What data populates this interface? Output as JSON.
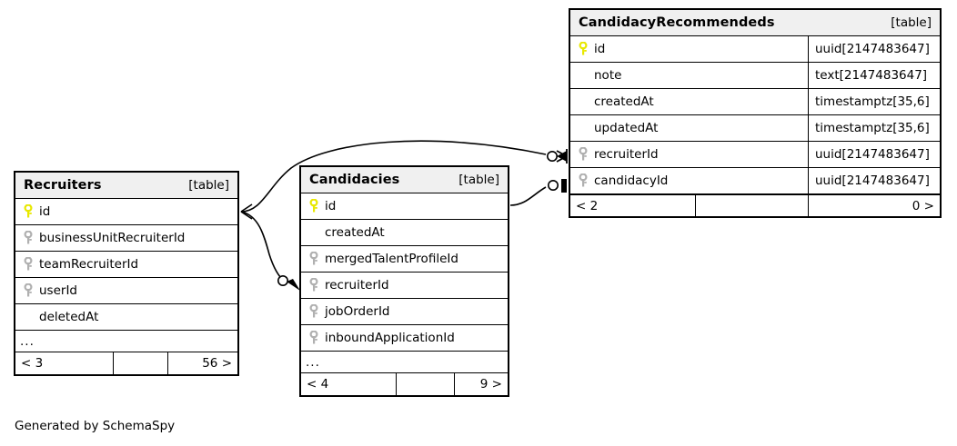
{
  "diagram": {
    "generator_note": "Generated by SchemaSpy",
    "table_kind_label": "[table]",
    "ellipsis": "...",
    "colors": {
      "primary_key": "#e8e800",
      "foreign_key": "#b0b0b0",
      "header_background": "#f0f0f0",
      "border": "#000000",
      "background": "#ffffff"
    }
  },
  "tables": {
    "recruiters": {
      "name": "Recruiters",
      "kind": "[table]",
      "columns": [
        {
          "name": "id",
          "key": "primary",
          "type": ""
        },
        {
          "name": "businessUnitRecruiterId",
          "key": "foreign",
          "type": ""
        },
        {
          "name": "teamRecruiterId",
          "key": "foreign",
          "type": ""
        },
        {
          "name": "userId",
          "key": "foreign",
          "type": ""
        },
        {
          "name": "deletedAt",
          "key": "none",
          "type": ""
        }
      ],
      "has_ellipsis": true,
      "footer": {
        "left": "< 3",
        "middle": "",
        "right": "56 >"
      }
    },
    "candidacies": {
      "name": "Candidacies",
      "kind": "[table]",
      "columns": [
        {
          "name": "id",
          "key": "primary",
          "type": ""
        },
        {
          "name": "createdAt",
          "key": "none",
          "type": ""
        },
        {
          "name": "mergedTalentProfileId",
          "key": "foreign",
          "type": ""
        },
        {
          "name": "recruiterId",
          "key": "foreign",
          "type": ""
        },
        {
          "name": "jobOrderId",
          "key": "foreign",
          "type": ""
        },
        {
          "name": "inboundApplicationId",
          "key": "foreign",
          "type": ""
        }
      ],
      "has_ellipsis": true,
      "footer": {
        "left": "< 4",
        "middle": "",
        "right": "9 >"
      }
    },
    "candidacyrecommendeds": {
      "name": "CandidacyRecommendeds",
      "kind": "[table]",
      "columns": [
        {
          "name": "id",
          "key": "primary",
          "type": "uuid[2147483647]"
        },
        {
          "name": "note",
          "key": "none",
          "type": "text[2147483647]"
        },
        {
          "name": "createdAt",
          "key": "none",
          "type": "timestamptz[35,6]"
        },
        {
          "name": "updatedAt",
          "key": "none",
          "type": "timestamptz[35,6]"
        },
        {
          "name": "recruiterId",
          "key": "foreign",
          "type": "uuid[2147483647]"
        },
        {
          "name": "candidacyId",
          "key": "foreign",
          "type": "uuid[2147483647]"
        }
      ],
      "has_ellipsis": false,
      "footer": {
        "left": "< 2",
        "middle": "",
        "right": "0 >"
      }
    }
  },
  "relationships": [
    {
      "name": "recruiters-id-to-candidacyrecommendeds-recruiterid",
      "from_table": "Recruiters",
      "from_column": "id",
      "to_table": "CandidacyRecommendeds",
      "to_column": "recruiterId",
      "from_marker": "crows-foot",
      "to_marker": "zero-or-many"
    },
    {
      "name": "recruiters-id-to-candidacies-recruiterid",
      "from_table": "Recruiters",
      "from_column": "id",
      "to_table": "Candidacies",
      "to_column": "recruiterId",
      "from_marker": "crows-foot",
      "to_marker": "zero-or-one-arrow"
    },
    {
      "name": "candidacies-id-to-candidacyrecommendeds-candidacyid",
      "from_table": "Candidacies",
      "from_column": "id",
      "to_table": "CandidacyRecommendeds",
      "to_column": "candidacyId",
      "from_marker": "line",
      "to_marker": "zero-or-one"
    }
  ]
}
